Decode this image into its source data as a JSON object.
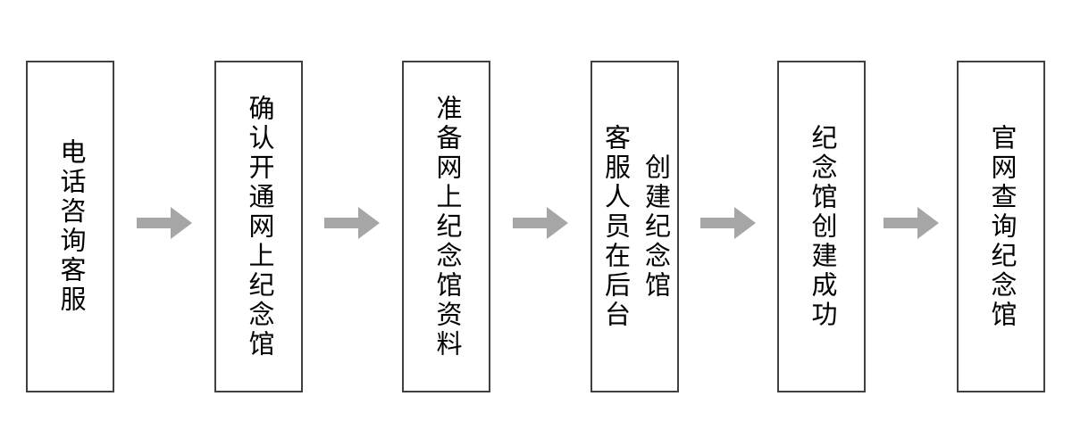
{
  "flow": {
    "title": "online-memorial-creation-process",
    "steps": [
      {
        "label": "电话咨询客服"
      },
      {
        "label": "确认开通网上纪念馆"
      },
      {
        "label": "准备网上纪念馆资料"
      },
      {
        "label": "客服人员在后台\n创建纪念馆"
      },
      {
        "label": "纪念馆创建成功"
      },
      {
        "label": "官网查询纪念馆"
      }
    ],
    "colors": {
      "arrow": "#a6a6a6",
      "box_border": "#404040",
      "text": "#000000",
      "background": "#ffffff"
    }
  }
}
